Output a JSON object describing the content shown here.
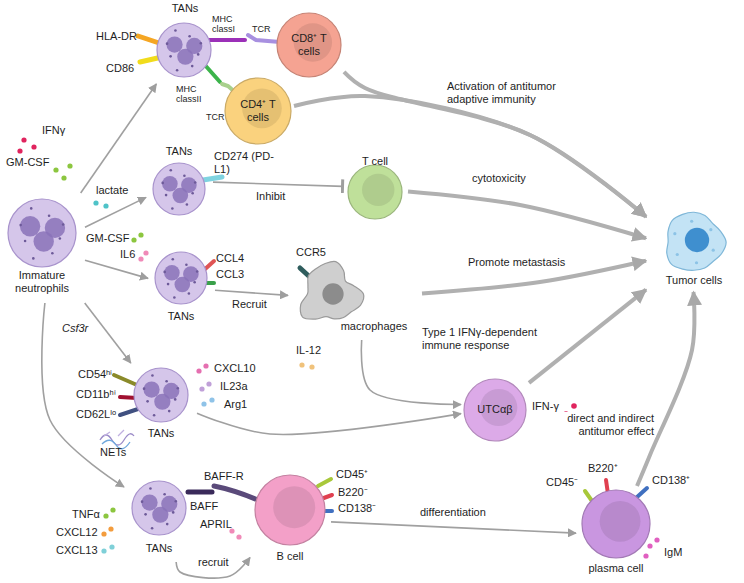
{
  "diagram": {
    "nodes": [
      {
        "text": [
          "Immature neutrophils"
        ]
      },
      {
        "text": [
          "TANs"
        ]
      },
      {
        "text": [
          "CD8⁺ T cells"
        ]
      },
      {
        "text": [
          "CD4⁺ T cells"
        ]
      },
      {
        "text": [
          "TANs"
        ]
      },
      {
        "text": [
          "T cell"
        ]
      },
      {
        "text": [
          "TANs"
        ]
      },
      {
        "text": [
          "macrophages"
        ]
      },
      {
        "text": [
          "TANs"
        ]
      },
      {
        "text": [
          "UTCαβ"
        ]
      },
      {
        "text": [
          "TANs"
        ]
      },
      {
        "text": [
          "B cell"
        ]
      },
      {
        "text": [
          "plasma cell"
        ]
      },
      {
        "text": [
          "Tumor cells"
        ]
      }
    ],
    "edges": [
      {
        "from": 0,
        "to": 1,
        "arrow": "to"
      },
      {
        "from": 0,
        "to": 4,
        "label": "lactate",
        "arrow": "to"
      },
      {
        "from": 0,
        "to": 6,
        "arrow": "to"
      },
      {
        "from": 0,
        "to": 8,
        "label": "Csf3r",
        "arrow": "to"
      },
      {
        "from": 0,
        "to": 10,
        "arrow": "to"
      },
      {
        "from": 2,
        "to": 13,
        "arrow": "to"
      },
      {
        "from": 3,
        "to": 13,
        "label": "Activation of antitumor adaptive immunity",
        "arrow": "to"
      },
      {
        "from": 4,
        "to": 5,
        "label": "Inhibit",
        "arrow": "to"
      },
      {
        "from": 5,
        "to": 13,
        "label": "cytotoxicity",
        "arrow": "to"
      },
      {
        "from": 6,
        "to": 7,
        "label": "Recruit",
        "arrow": "to"
      },
      {
        "from": 7,
        "to": 13,
        "label": "Promote metastasis",
        "arrow": "to"
      },
      {
        "from": 8,
        "to": 9,
        "arrow": "to"
      },
      {
        "from": 7,
        "to": 9,
        "arrow": "to"
      },
      {
        "from": 9,
        "to": 13,
        "label": "Type 1 IFNγ-dependent immune response",
        "arrow": "to"
      },
      {
        "from": 10,
        "to": 11,
        "label": "recruit",
        "arrow": "to"
      },
      {
        "from": 11,
        "to": 12,
        "label": "differentiation",
        "arrow": "to"
      },
      {
        "from": 12,
        "to": 13,
        "label": "direct and indirect antitumor effect",
        "arrow": "to"
      }
    ],
    "labels": [
      "IFNγ",
      "GM-CSF",
      "HLA-DR",
      "CD86",
      "MHC classI",
      "TCR",
      "MHC classII",
      "TCR",
      "CD274 (PD-L1)",
      "GM-CSF",
      "IL6",
      "CCL4",
      "CCL3",
      "CCR5",
      "IL-12",
      "CD54ʰⁱ",
      "CD11bʰⁱ",
      "CD62Lˡᵒ",
      "CXCL10",
      "IL23a",
      "Arg1",
      "IFN-γ",
      "NETs",
      "BAFF-R",
      "BAFF",
      "APRIL",
      "TNFα",
      "CXCL12",
      "CXCL13",
      "CD45⁺",
      "B220⁻",
      "CD138⁻",
      "CD45⁻",
      "B220⁺",
      "CD138⁺",
      "IgM"
    ]
  }
}
